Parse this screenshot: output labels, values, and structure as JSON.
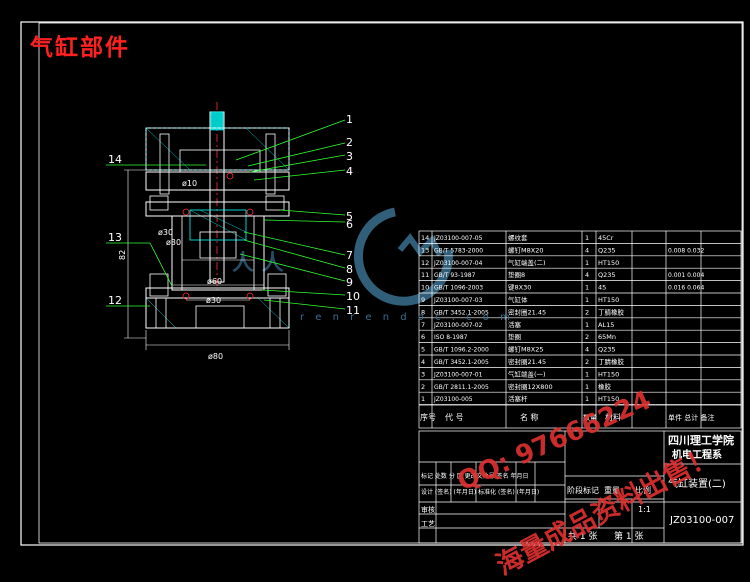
{
  "title": "气缸部件",
  "dimensions": {
    "d10": "ø10",
    "d30_1": "ø30",
    "d30_2": "ø30",
    "d60": "ø60",
    "d30_3": "ø30",
    "d80": "ø80",
    "height": "82"
  },
  "part_callouts": [
    "1",
    "2",
    "3",
    "4",
    "5",
    "6",
    "7",
    "8",
    "9",
    "10",
    "11"
  ],
  "left_callouts": [
    "14",
    "13",
    "12"
  ],
  "bom_rows": [
    {
      "no": "14",
      "code": "JZ03100-007-05",
      "name": "螺纹套",
      "qty": "1",
      "mat": "45Cr",
      "note": ""
    },
    {
      "no": "13",
      "code": "GB/T 5783-2000",
      "name": "螺钉M8X20",
      "qty": "4",
      "mat": "Q235",
      "note": "0.008 0.032"
    },
    {
      "no": "12",
      "code": "JZ03100-007-04",
      "name": "气缸端盖(二)",
      "qty": "1",
      "mat": "HT150",
      "note": ""
    },
    {
      "no": "11",
      "code": "GB/T 93-1987",
      "name": "垫圈8",
      "qty": "4",
      "mat": "Q235",
      "note": "0.001 0.004"
    },
    {
      "no": "10",
      "code": "GB/T 1096-2003",
      "name": "键8X30",
      "qty": "1",
      "mat": "45",
      "note": "0.016 0.064"
    },
    {
      "no": "9",
      "code": "JZ03100-007-03",
      "name": "气缸体",
      "qty": "1",
      "mat": "HT150",
      "note": ""
    },
    {
      "no": "8",
      "code": "GB/T 3452.1-2005",
      "name": "密封圈21.45",
      "qty": "2",
      "mat": "丁腈橡胶",
      "note": ""
    },
    {
      "no": "7",
      "code": "JZ03100-007-02",
      "name": "活塞",
      "qty": "1",
      "mat": "AL15",
      "note": ""
    },
    {
      "no": "6",
      "code": "ISO 8-1987",
      "name": "垫圈",
      "qty": "2",
      "mat": "65Mn",
      "note": ""
    },
    {
      "no": "5",
      "code": "GB/T 1096.2-2000",
      "name": "螺钉M8X25",
      "qty": "4",
      "mat": "Q235",
      "note": ""
    },
    {
      "no": "4",
      "code": "GB/T 3452.1-2005",
      "name": "密封圈21.45",
      "qty": "2",
      "mat": "丁腈橡胶",
      "note": ""
    },
    {
      "no": "3",
      "code": "JZ03100-007-01",
      "name": "气缸端盖(一)",
      "qty": "1",
      "mat": "HT150",
      "note": ""
    },
    {
      "no": "2",
      "code": "GB/T 2811.1-2005",
      "name": "密封圈12X800",
      "qty": "1",
      "mat": "橡胶",
      "note": ""
    },
    {
      "no": "1",
      "code": "JZ03100-005",
      "name": "活塞杆",
      "qty": "1",
      "mat": "HT150",
      "note": ""
    }
  ],
  "bom_header": {
    "no": "序号",
    "code": "代  号",
    "name": "名  称",
    "qty": "数量",
    "mat": "材料",
    "note": "单件 总计 备注"
  },
  "title_block": {
    "school": "四川理工学院",
    "dept": "机电工程系",
    "drawing_name": "气缸装置(二)",
    "drawing_no": "JZ03100-007",
    "scale": "1:1",
    "sheets": "共 1 张",
    "sheet": "第 1 张",
    "stage": "阶段标记",
    "weight": "重量",
    "ratio": "比例",
    "row1": "标记 处数 分  区 更改文件号 签名 年月日",
    "row2": "设计 (签名) (年月日) 标准化 (签名) (年月日)",
    "row3": "审核",
    "row4": "工艺"
  },
  "watermarks": {
    "contact": "QQ:  97666224",
    "slogan": "海量成品资料出售！",
    "site": "r e n r e n d o c . c o m"
  }
}
